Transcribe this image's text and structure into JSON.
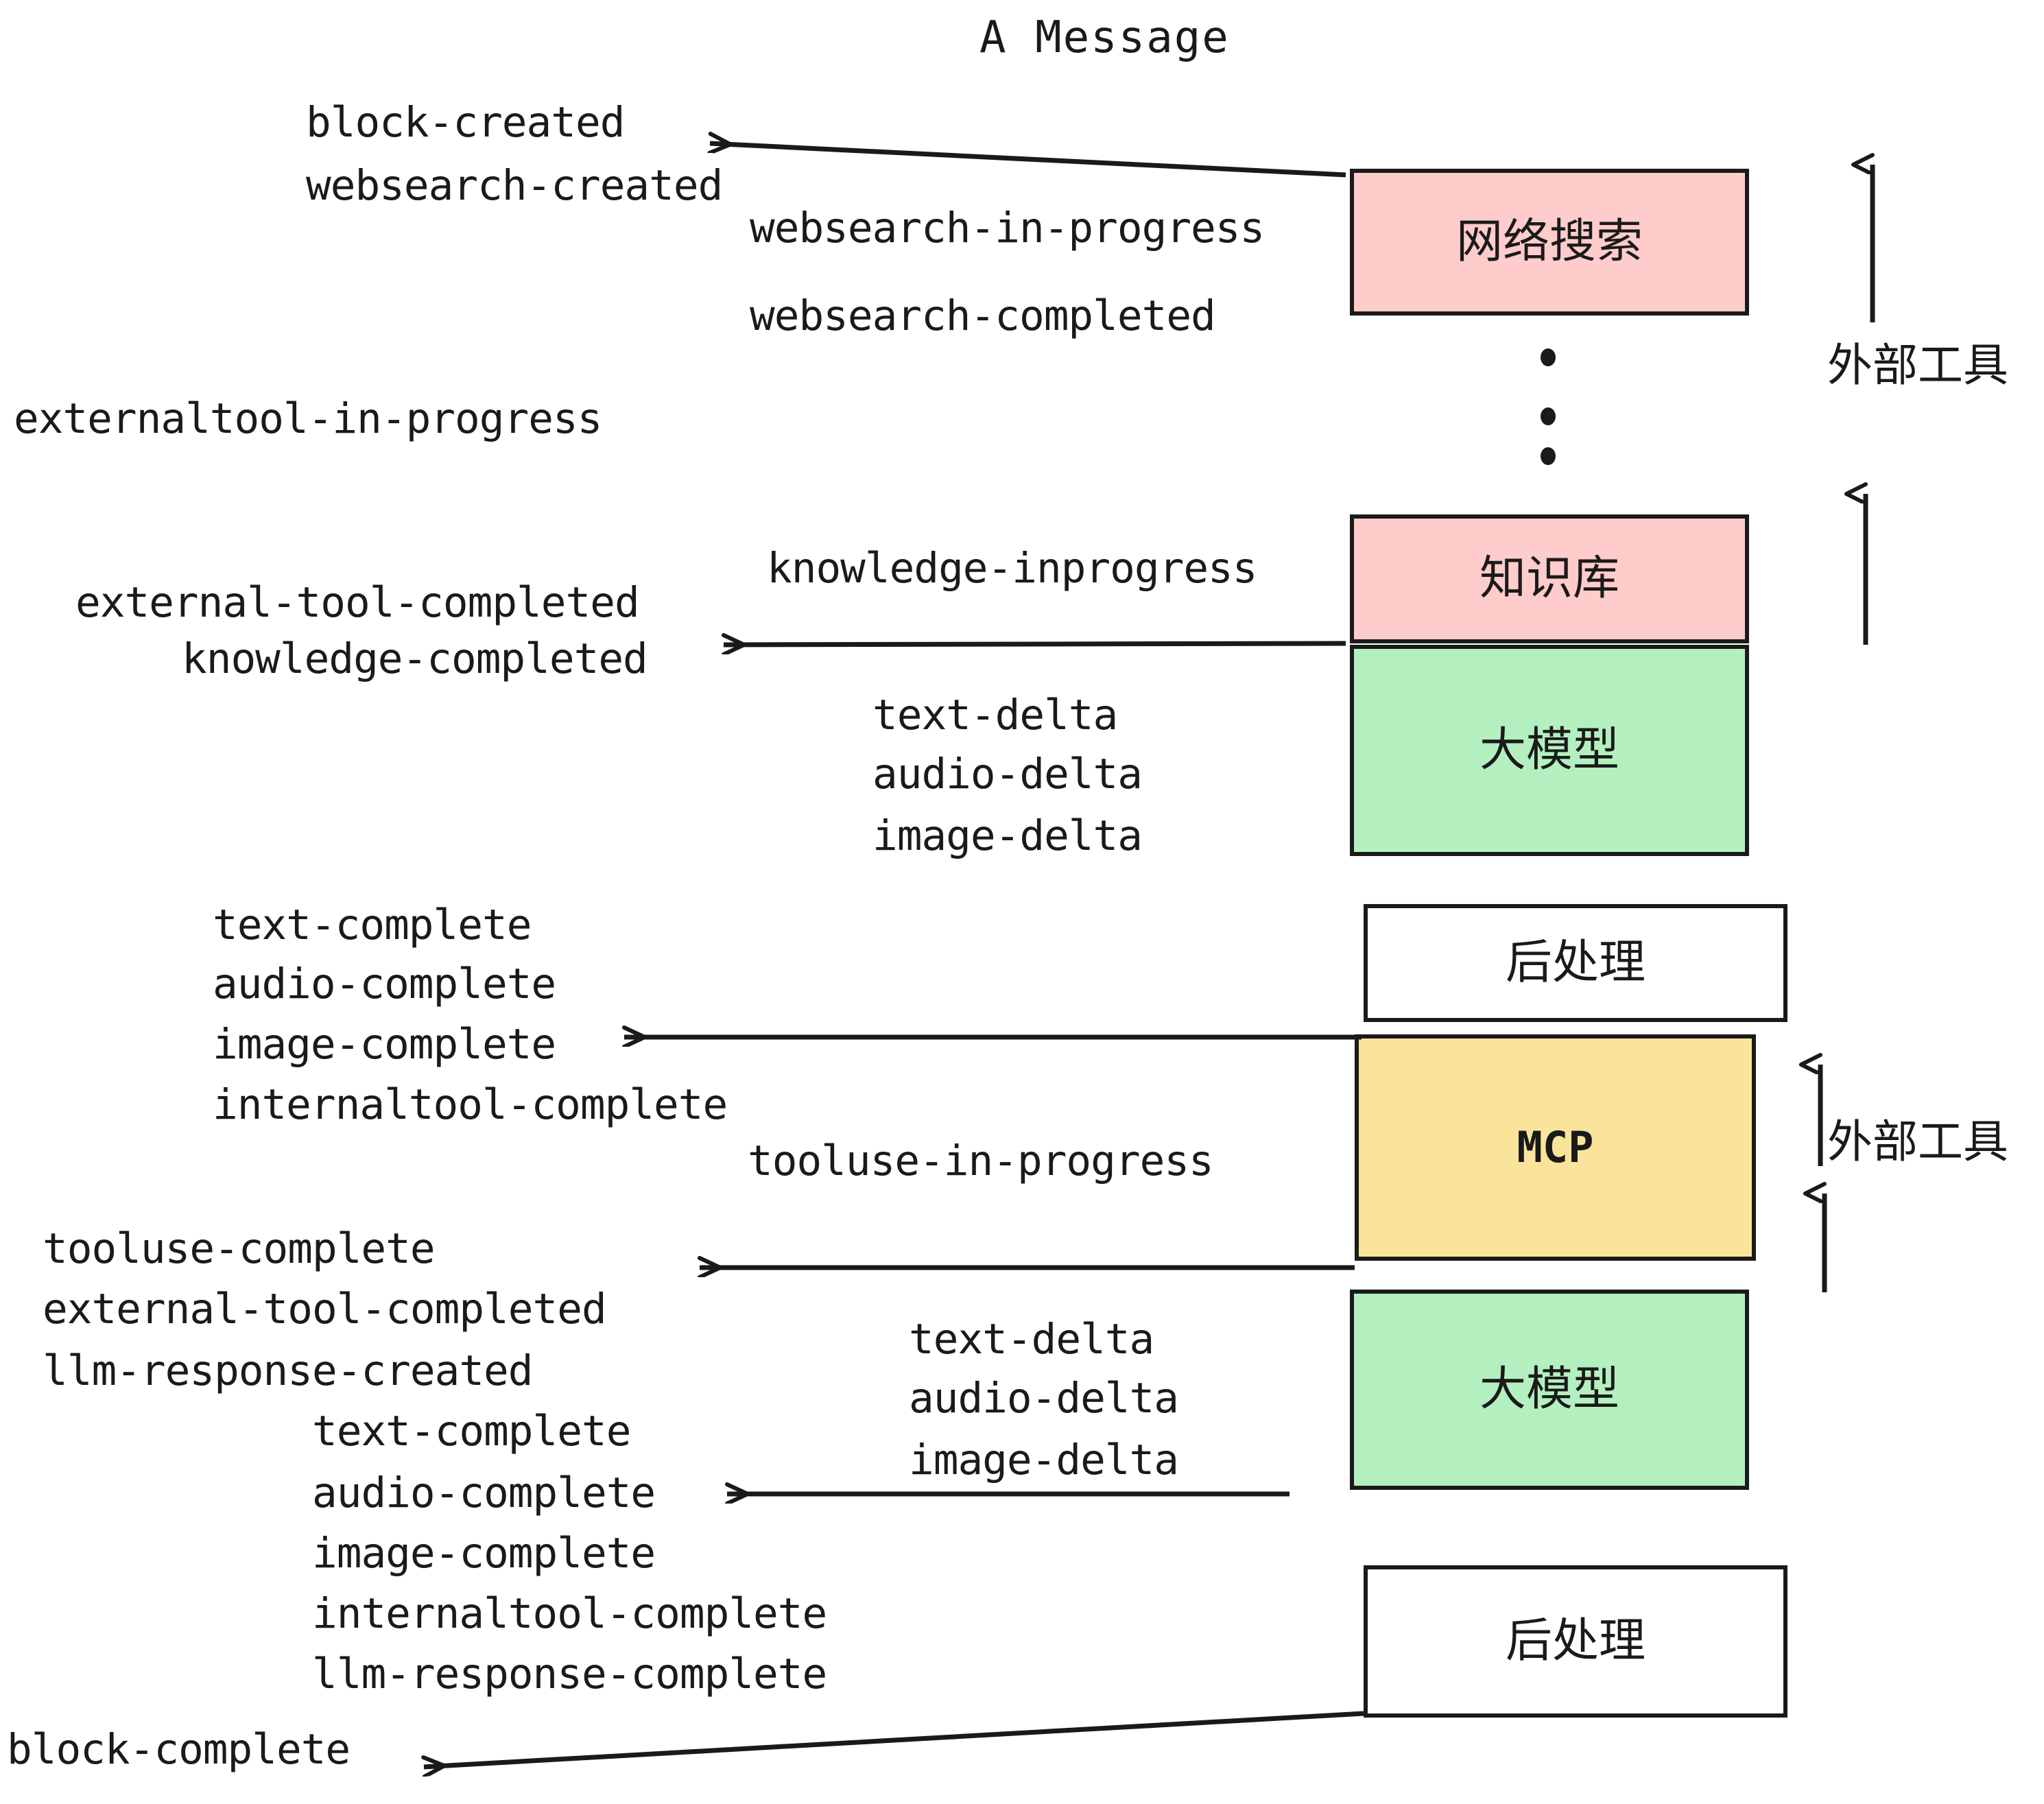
{
  "title": "A Message",
  "colors": {
    "pink": "#fecccb",
    "green": "#b4f0bf",
    "yellow": "#fae49b",
    "white": "#ffffff",
    "stroke": "#1a1a1a"
  },
  "boxes": [
    {
      "id": "websearch",
      "label": "网络搜索",
      "fill": "pink",
      "mono": false
    },
    {
      "id": "knowledge",
      "label": "知识库",
      "fill": "pink",
      "mono": false
    },
    {
      "id": "llm-1",
      "label": "大模型",
      "fill": "green",
      "mono": false
    },
    {
      "id": "postprocess-1",
      "label": "后处理",
      "fill": "white",
      "mono": false
    },
    {
      "id": "mcp",
      "label": "MCP",
      "fill": "yellow",
      "mono": true
    },
    {
      "id": "llm-2",
      "label": "大模型",
      "fill": "green",
      "mono": false
    },
    {
      "id": "postprocess-2",
      "label": "后处理",
      "fill": "white",
      "mono": false
    }
  ],
  "side_labels": [
    {
      "id": "external-tools-top",
      "text": "外部工具"
    },
    {
      "id": "external-tools-bottom",
      "text": "外部工具"
    }
  ],
  "events": {
    "block_created": "block-created",
    "websearch_created": "websearch-created",
    "websearch_in_progress": "websearch-in-progress",
    "websearch_completed": "websearch-completed",
    "externaltool_in_progress": "externaltool-in-progress",
    "knowledge_inprogress": "knowledge-inprogress",
    "external_tool_completed_1": "external-tool-completed",
    "knowledge_completed": "knowledge-completed",
    "text_delta_1": "text-delta",
    "audio_delta_1": "audio-delta",
    "image_delta_1": "image-delta",
    "text_complete_1": "text-complete",
    "audio_complete_1": "audio-complete",
    "image_complete_1": "image-complete",
    "internaltool_complete_1": "internaltool-complete",
    "tooluse_in_progress": "tooluse-in-progress",
    "tooluse_complete": "tooluse-complete",
    "external_tool_completed_2": "external-tool-completed",
    "llm_response_created": "llm-response-created",
    "text_delta_2": "text-delta",
    "audio_delta_2": "audio-delta",
    "image_delta_2": "image-delta",
    "text_complete_2": "text-complete",
    "audio_complete_2": "audio-complete",
    "image_complete_2": "image-complete",
    "internaltool_complete_2": "internaltool-complete",
    "llm_response_complete": "llm-response-complete",
    "block_complete": "block-complete"
  }
}
